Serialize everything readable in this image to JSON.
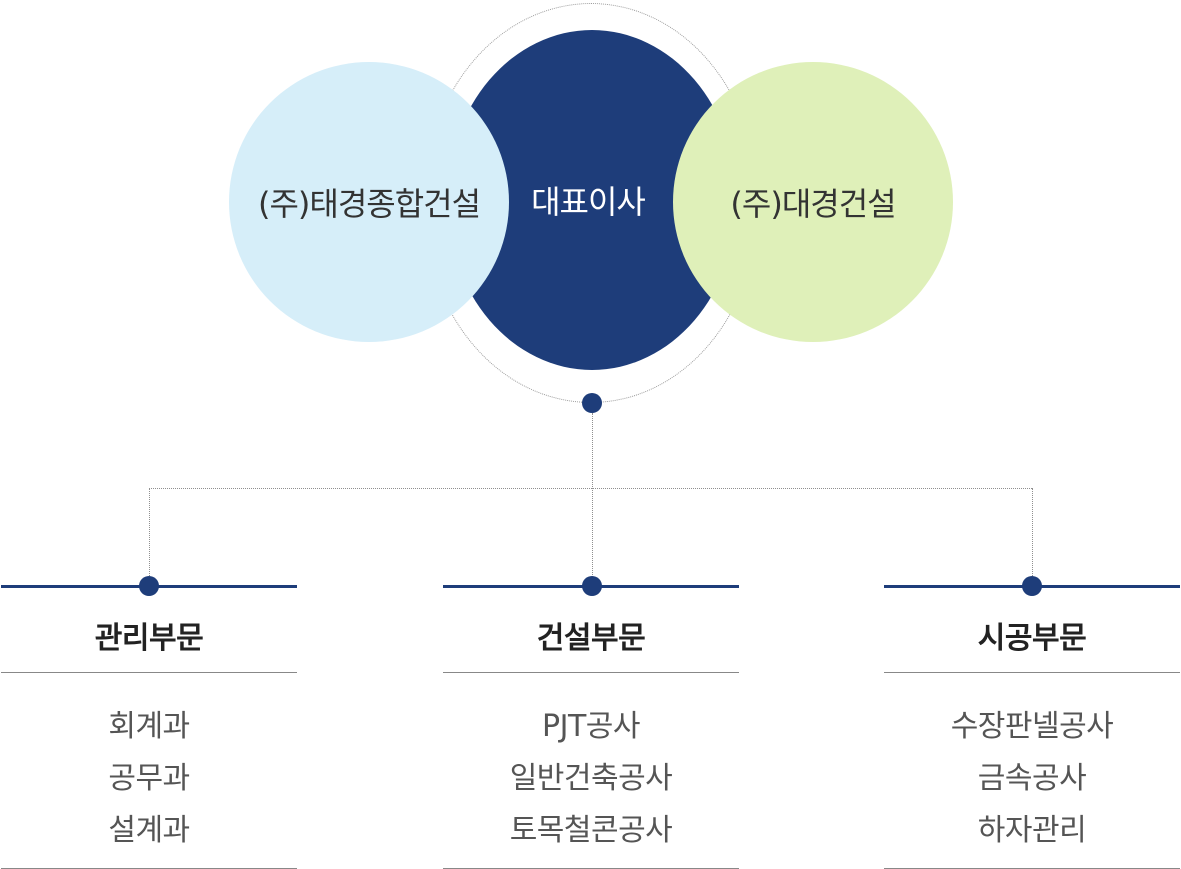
{
  "center": {
    "label": "대표이사",
    "color": "#1e3d7a"
  },
  "left_company": {
    "label": "(주)태경종합건설",
    "color": "#d6eef9"
  },
  "right_company": {
    "label": "(주)대경건설",
    "color": "#dff0b9"
  },
  "departments": [
    {
      "title": "관리부문",
      "items": [
        "회계과",
        "공무과",
        "설계과"
      ]
    },
    {
      "title": "건설부문",
      "items": [
        "PJT공사",
        "일반건축공사",
        "토목철콘공사"
      ]
    },
    {
      "title": "시공부문",
      "items": [
        "수장판넬공사",
        "금속공사",
        "하자관리"
      ]
    }
  ]
}
